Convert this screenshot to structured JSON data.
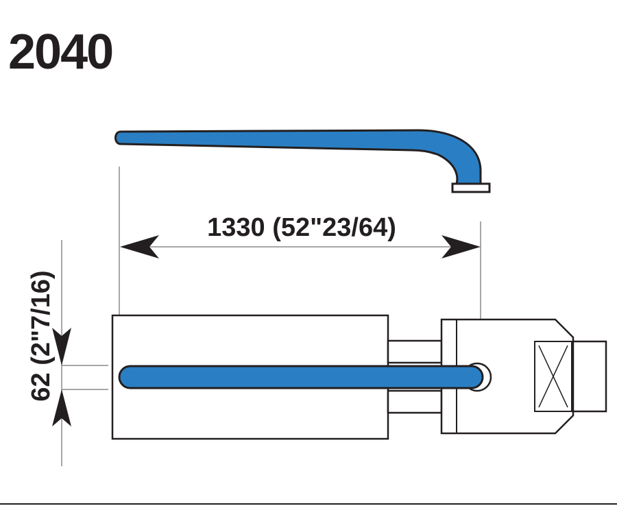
{
  "title": "2040",
  "dimensions": {
    "horizontal_label": "1330 (52\"23/64)",
    "vertical_label": "62 (2\"7/16)"
  },
  "colors": {
    "tine_fill": "#2a7fc4",
    "outline": "#231f20",
    "extension_line": "#8a8a8a",
    "background": "#ffffff"
  }
}
